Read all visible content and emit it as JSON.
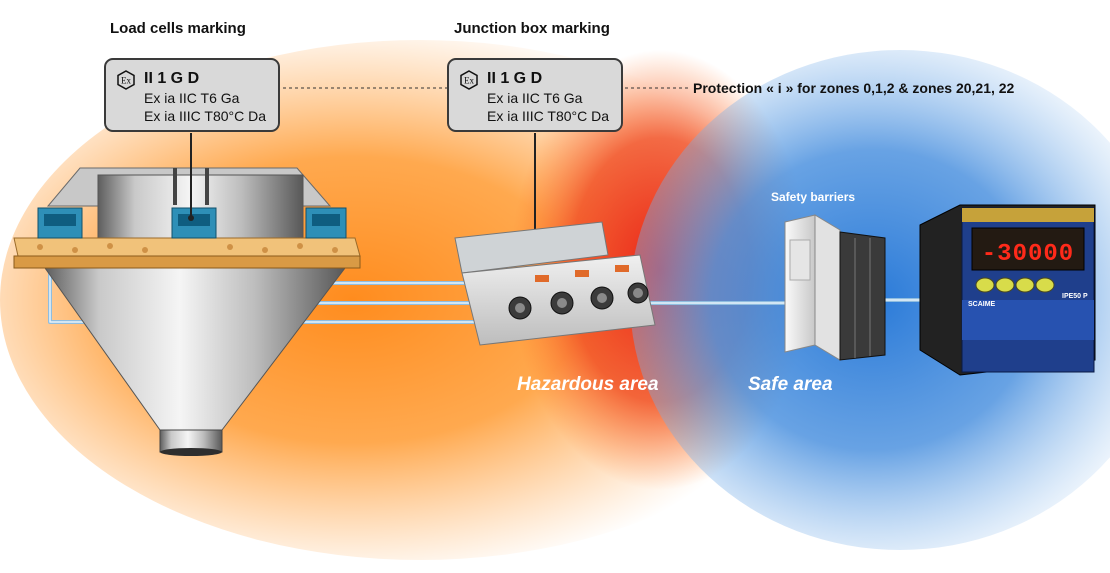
{
  "labels": {
    "load_cells_heading": "Load cells marking",
    "junction_box_heading": "Junction box marking",
    "protection_note": "Protection « i » for zones 0,1,2 & zones 20,21, 22",
    "safety_barriers": "Safety barriers",
    "hazardous_area": "Hazardous area",
    "safe_area": "Safe area"
  },
  "load_cells_marking": {
    "ex_symbol": "Ex",
    "class": "II 1 G D",
    "line1": "Ex ia IIC T6 Ga",
    "line2": "Ex ia IIIC T80°C Da"
  },
  "junction_box_marking": {
    "ex_symbol": "Ex",
    "class": "II 1 G D",
    "line1": "Ex ia IIC T6 Ga",
    "line2": "Ex ia IIIC T80°C Da"
  },
  "indicator": {
    "display_value": "-30000",
    "model": "IPE50 P",
    "brand": "SCAIME"
  },
  "colors": {
    "hazard_orange": "#ff8a1c",
    "hazard_red": "#e8281a",
    "safe_blue": "#1f74d6",
    "box_fill": "#d9d9d9",
    "cable": "#9cc4e4"
  }
}
